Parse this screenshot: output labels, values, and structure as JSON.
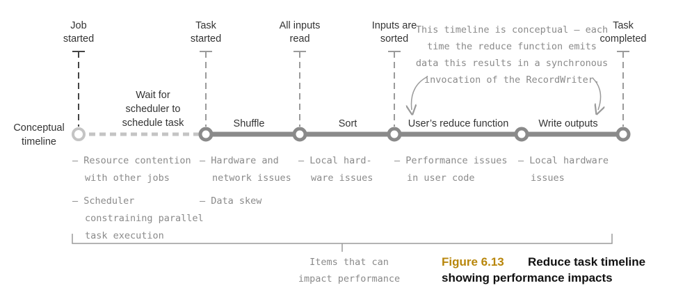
{
  "milestones": [
    {
      "id": "job-started",
      "lines": [
        "Job",
        "started"
      ]
    },
    {
      "id": "task-started",
      "lines": [
        "Task",
        "started"
      ]
    },
    {
      "id": "all-inputs-read",
      "lines": [
        "All inputs",
        "read"
      ]
    },
    {
      "id": "inputs-sorted",
      "lines": [
        "Inputs are",
        "sorted"
      ]
    },
    {
      "id": "task-completed",
      "lines": [
        "Task",
        "completed"
      ]
    }
  ],
  "timeline_label": [
    "Conceptual",
    "timeline"
  ],
  "wait_label": [
    "Wait for",
    "scheduler to",
    "schedule task"
  ],
  "phases": [
    "Shuffle",
    "Sort",
    "User’s reduce function",
    "Write outputs"
  ],
  "annotation": [
    "This timeline is conceptual – each",
    "time the reduce function emits",
    "data this results in a synchronous",
    "invocation of the RecordWriter."
  ],
  "issues": {
    "wait": [
      [
        "– Resource contention",
        "with other jobs"
      ],
      [
        "– Scheduler",
        "constraining parallel",
        "task execution"
      ]
    ],
    "shuffle": [
      [
        "– Hardware and",
        "network issues"
      ],
      [
        "– Data skew"
      ]
    ],
    "sort": [
      [
        "– Local hard-",
        "ware issues"
      ]
    ],
    "reduce": [
      [
        "– Performance issues",
        "in user code"
      ]
    ],
    "write": [
      [
        "– Local hardware",
        "issues"
      ]
    ]
  },
  "bracket_label": [
    "Items that can",
    "impact performance"
  ],
  "figure": {
    "number": "Figure 6.13",
    "caption_line1": "Reduce task timeline",
    "caption_line2": "showing performance impacts"
  },
  "colors": {
    "timeline_solid": "#8a8a8a",
    "timeline_dashed": "#c4c4c4",
    "figure_number": "#b8860b"
  }
}
